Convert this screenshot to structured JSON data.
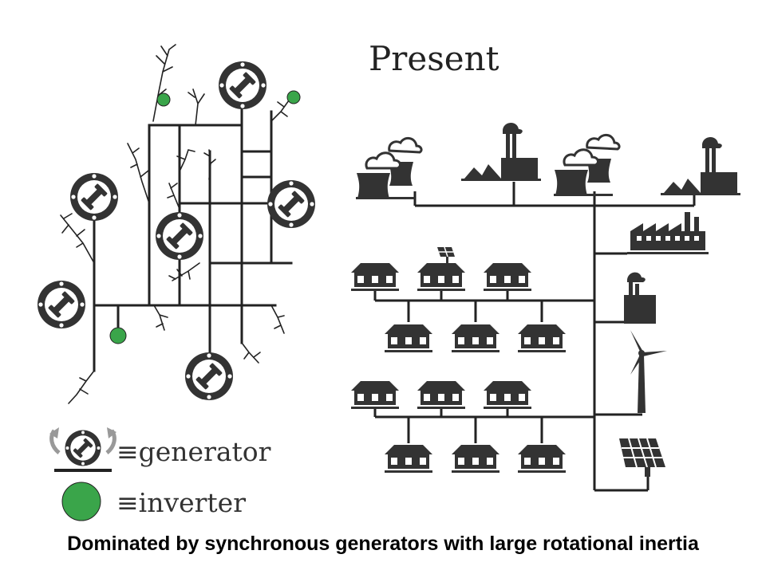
{
  "heading": "Present",
  "legend": {
    "generator_label": "≡generator",
    "inverter_label": "≡inverter"
  },
  "caption": "Dominated by synchronous generators with large rotational inertia",
  "colors": {
    "ink": "#333333",
    "line": "#222222",
    "inverter_green": "#3aa54a",
    "arrow_gray": "#999999"
  }
}
